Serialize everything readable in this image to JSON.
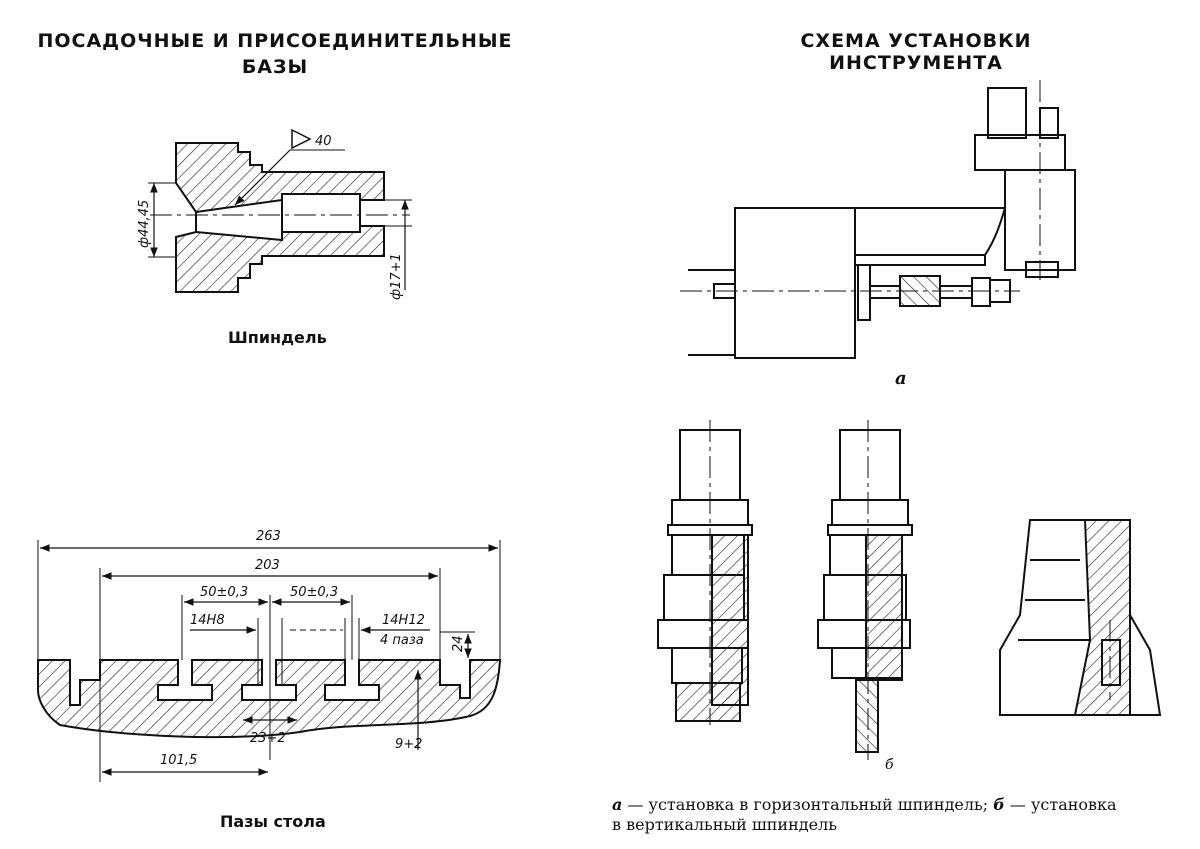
{
  "titles": {
    "left_line1": "ПОСАДОЧНЫЕ   И   ПРИСОЕДИНИТЕЛЬНЫЕ",
    "left_line2": "БАЗЫ",
    "right": "СХЕМА УСТАНОВКИ ИНСТРУМЕНТА"
  },
  "spindle": {
    "caption": "Шпиндель",
    "roughness": "40",
    "dim_outer": "ф44,45",
    "dim_inner": "ф17+1"
  },
  "slots": {
    "caption": "Пазы стола",
    "dims": {
      "total": "263",
      "inner": "203",
      "pitch1": "50±0,3",
      "pitch2": "50±0,3",
      "fit_left": "14H8",
      "fit_right": "14H12",
      "count": "4 паза",
      "depth": "24",
      "width": "23+2",
      "height": "9+2",
      "offset": "101,5"
    }
  },
  "scheme": {
    "label_a": "а",
    "label_b": "б",
    "legend_a": "а",
    "legend_a_text": " — установка в горизонтальный шпиндель; ",
    "legend_b": "б",
    "legend_b_text": " — установка",
    "legend_line2": "в вертикальный шпиндель"
  }
}
